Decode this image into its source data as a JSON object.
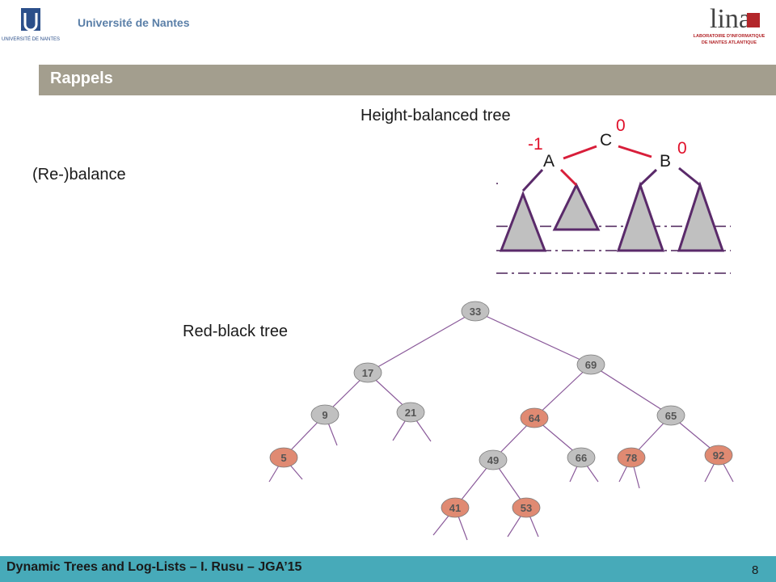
{
  "header": {
    "university": "Université de Nantes",
    "university_logo_text": "UNIVERSITÉ DE NANTES",
    "lina_logo_text": "lina",
    "lina_sub1": "LABORATOIRE D'INFORMATIQUE",
    "lina_sub2": "DE NANTES ATLANTIQUE"
  },
  "slide": {
    "title": "Rappels"
  },
  "labels": {
    "height_balanced": "Height-balanced  tree",
    "rebalance": "(Re-)balance",
    "red_black": "Red-black tree"
  },
  "avl_tree": {
    "nodes": [
      {
        "id": "C",
        "label": "C",
        "balance": "0"
      },
      {
        "id": "A",
        "label": "A",
        "balance": "-1"
      },
      {
        "id": "B",
        "label": "B",
        "balance": "0"
      }
    ]
  },
  "rb_tree": {
    "nodes": [
      {
        "key": "33",
        "color": "black"
      },
      {
        "key": "17",
        "color": "black"
      },
      {
        "key": "69",
        "color": "black"
      },
      {
        "key": "9",
        "color": "black"
      },
      {
        "key": "21",
        "color": "black"
      },
      {
        "key": "64",
        "color": "red"
      },
      {
        "key": "65",
        "color": "black"
      },
      {
        "key": "5",
        "color": "red"
      },
      {
        "key": "49",
        "color": "black"
      },
      {
        "key": "66",
        "color": "black"
      },
      {
        "key": "78",
        "color": "red"
      },
      {
        "key": "92",
        "color": "red"
      },
      {
        "key": "41",
        "color": "red"
      },
      {
        "key": "53",
        "color": "red"
      }
    ],
    "colors": {
      "black_node": "#c0c0c0",
      "red_node": "#e08a72",
      "edge": "#8a5a9a"
    }
  },
  "footer": {
    "text": "Dynamic Trees and Log-Lists – I. Rusu – JGA’15",
    "page": "8"
  }
}
